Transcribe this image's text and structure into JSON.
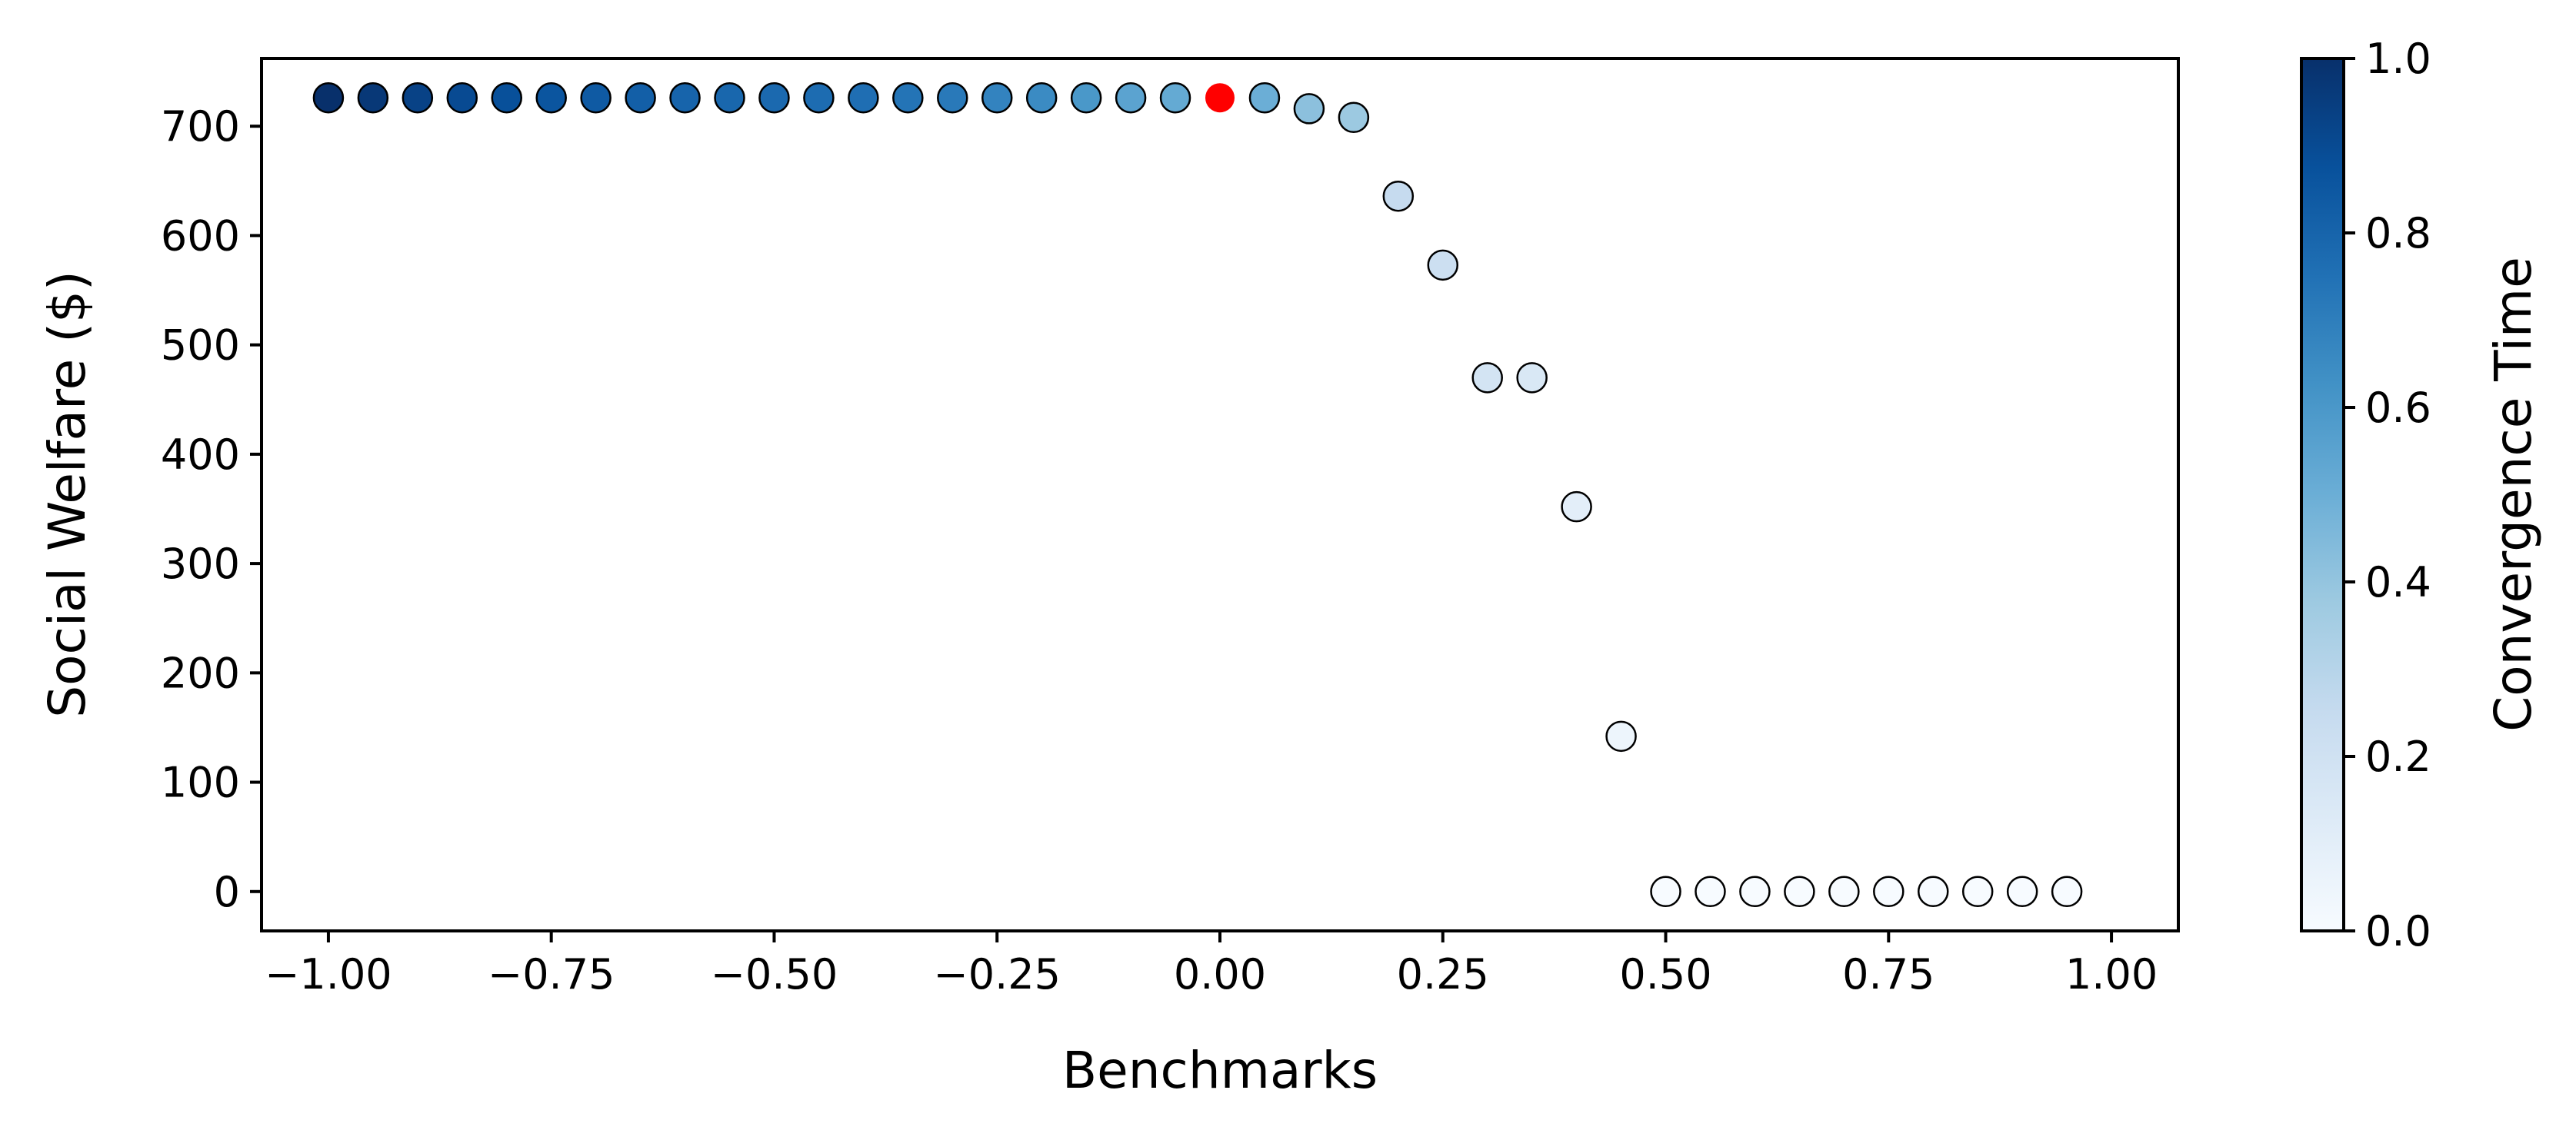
{
  "chart_data": {
    "type": "scatter",
    "title": "",
    "xlabel": "Benchmarks",
    "ylabel": "Social Welfare ($)",
    "colorbar_label": "Convergence Time",
    "colormap": "Blues",
    "xlim": [
      -1.075,
      1.075
    ],
    "ylim": [
      -36,
      762
    ],
    "x_ticks": [
      -1.0,
      -0.75,
      -0.5,
      -0.25,
      0.0,
      0.25,
      0.5,
      0.75,
      1.0
    ],
    "x_tick_labels": [
      "−1.00",
      "−0.75",
      "−0.50",
      "−0.25",
      "0.00",
      "0.25",
      "0.50",
      "0.75",
      "1.00"
    ],
    "y_ticks": [
      0,
      100,
      200,
      300,
      400,
      500,
      600,
      700
    ],
    "y_tick_labels": [
      "0",
      "100",
      "200",
      "300",
      "400",
      "500",
      "600",
      "700"
    ],
    "colorbar_range": [
      0.0,
      1.0
    ],
    "colorbar_ticks": [
      0.0,
      0.2,
      0.4,
      0.6,
      0.8,
      1.0
    ],
    "colorbar_tick_labels": [
      "0.0",
      "0.2",
      "0.4",
      "0.6",
      "0.8",
      "1.0"
    ],
    "grid": false,
    "highlight_color": "#ff0000",
    "marker_edge_color": "#000000",
    "points": [
      {
        "x": -1.0,
        "y": 726,
        "c": 1.0
      },
      {
        "x": -0.95,
        "y": 726,
        "c": 0.97
      },
      {
        "x": -0.9,
        "y": 726,
        "c": 0.93
      },
      {
        "x": -0.85,
        "y": 726,
        "c": 0.9
      },
      {
        "x": -0.8,
        "y": 726,
        "c": 0.88
      },
      {
        "x": -0.75,
        "y": 726,
        "c": 0.86
      },
      {
        "x": -0.7,
        "y": 726,
        "c": 0.84
      },
      {
        "x": -0.65,
        "y": 726,
        "c": 0.82
      },
      {
        "x": -0.6,
        "y": 726,
        "c": 0.8
      },
      {
        "x": -0.55,
        "y": 726,
        "c": 0.79
      },
      {
        "x": -0.5,
        "y": 726,
        "c": 0.78
      },
      {
        "x": -0.45,
        "y": 726,
        "c": 0.77
      },
      {
        "x": -0.4,
        "y": 726,
        "c": 0.76
      },
      {
        "x": -0.35,
        "y": 726,
        "c": 0.74
      },
      {
        "x": -0.3,
        "y": 726,
        "c": 0.72
      },
      {
        "x": -0.25,
        "y": 726,
        "c": 0.68
      },
      {
        "x": -0.2,
        "y": 726,
        "c": 0.65
      },
      {
        "x": -0.15,
        "y": 726,
        "c": 0.6
      },
      {
        "x": -0.1,
        "y": 726,
        "c": 0.55
      },
      {
        "x": -0.05,
        "y": 726,
        "c": 0.52
      },
      {
        "x": 0.0,
        "y": 726,
        "c": null,
        "highlight": true
      },
      {
        "x": 0.05,
        "y": 726,
        "c": 0.5
      },
      {
        "x": 0.1,
        "y": 716,
        "c": 0.42
      },
      {
        "x": 0.15,
        "y": 708,
        "c": 0.38
      },
      {
        "x": 0.2,
        "y": 636,
        "c": 0.25
      },
      {
        "x": 0.25,
        "y": 573,
        "c": 0.22
      },
      {
        "x": 0.3,
        "y": 470,
        "c": 0.18
      },
      {
        "x": 0.35,
        "y": 470,
        "c": 0.15
      },
      {
        "x": 0.4,
        "y": 352,
        "c": 0.1
      },
      {
        "x": 0.45,
        "y": 142,
        "c": 0.05
      },
      {
        "x": 0.5,
        "y": 0,
        "c": 0.0
      },
      {
        "x": 0.55,
        "y": 0,
        "c": 0.0
      },
      {
        "x": 0.6,
        "y": 0,
        "c": 0.0
      },
      {
        "x": 0.65,
        "y": 0,
        "c": 0.0
      },
      {
        "x": 0.7,
        "y": 0,
        "c": 0.0
      },
      {
        "x": 0.75,
        "y": 0,
        "c": 0.0
      },
      {
        "x": 0.8,
        "y": 0,
        "c": 0.0
      },
      {
        "x": 0.85,
        "y": 0,
        "c": 0.0
      },
      {
        "x": 0.9,
        "y": 0,
        "c": 0.0
      },
      {
        "x": 0.95,
        "y": 0,
        "c": 0.0
      }
    ]
  }
}
